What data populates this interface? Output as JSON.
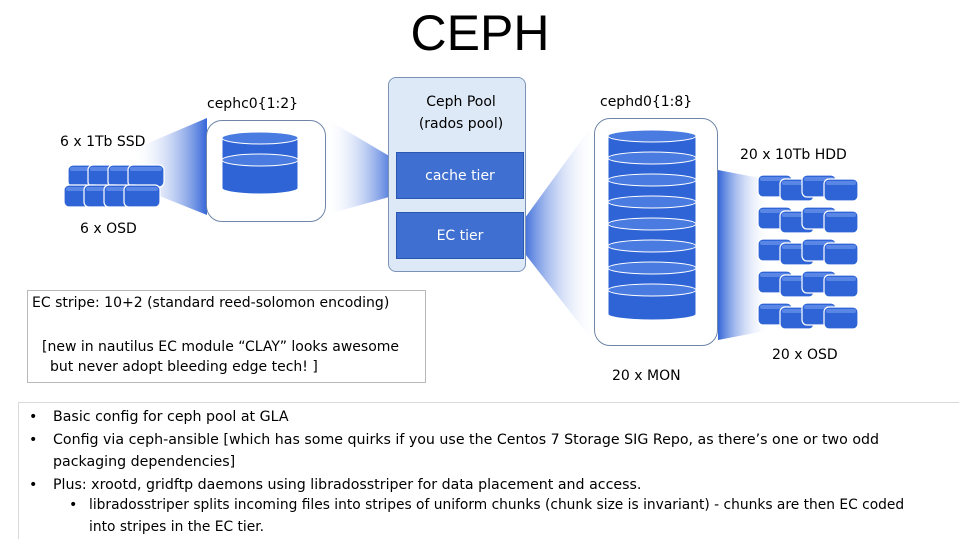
{
  "title": "CEPH",
  "cache_cluster": {
    "name": "cephc0{1:2}",
    "ssd_label": "6 x 1Tb SSD",
    "osd_label": "6 x OSD"
  },
  "pool": {
    "title_line1": "Ceph Pool",
    "title_line2": "(rados pool)",
    "cache_tier": "cache tier",
    "ec_tier": "EC tier"
  },
  "data_cluster": {
    "name": "cephd0{1:8}",
    "hdd_label": "20 x 10Tb HDD",
    "osd_label": "20 x OSD",
    "mon_label": "20 x MON"
  },
  "ec_note": {
    "line1": "EC stripe: 10+2 (standard reed-solomon encoding)",
    "line2": "[new in nautilus EC module “CLAY” looks awesome",
    "line3": "but never adopt bleeding edge tech! ]"
  },
  "bullets": {
    "b1": "Basic config for ceph pool at GLA",
    "b2a": "Config via ceph-ansible [which has some quirks if you use the Centos 7 Storage SIG Repo, as there’s one or two odd",
    "b2b": "packaging dependencies]",
    "b3": "Plus: xrootd, gridftp daemons using libradosstriper for data placement and access.",
    "b4a": "libradosstriper splits incoming files into stripes of uniform chunks (chunk size is invariant) - chunks are then EC coded",
    "b4b": "into stripes in the EC tier.",
    "marker": "•"
  },
  "colors": {
    "drive_blue": "#2f64d6",
    "tier_blue": "#3f6fd0",
    "pool_fill": "#dde9f7"
  }
}
